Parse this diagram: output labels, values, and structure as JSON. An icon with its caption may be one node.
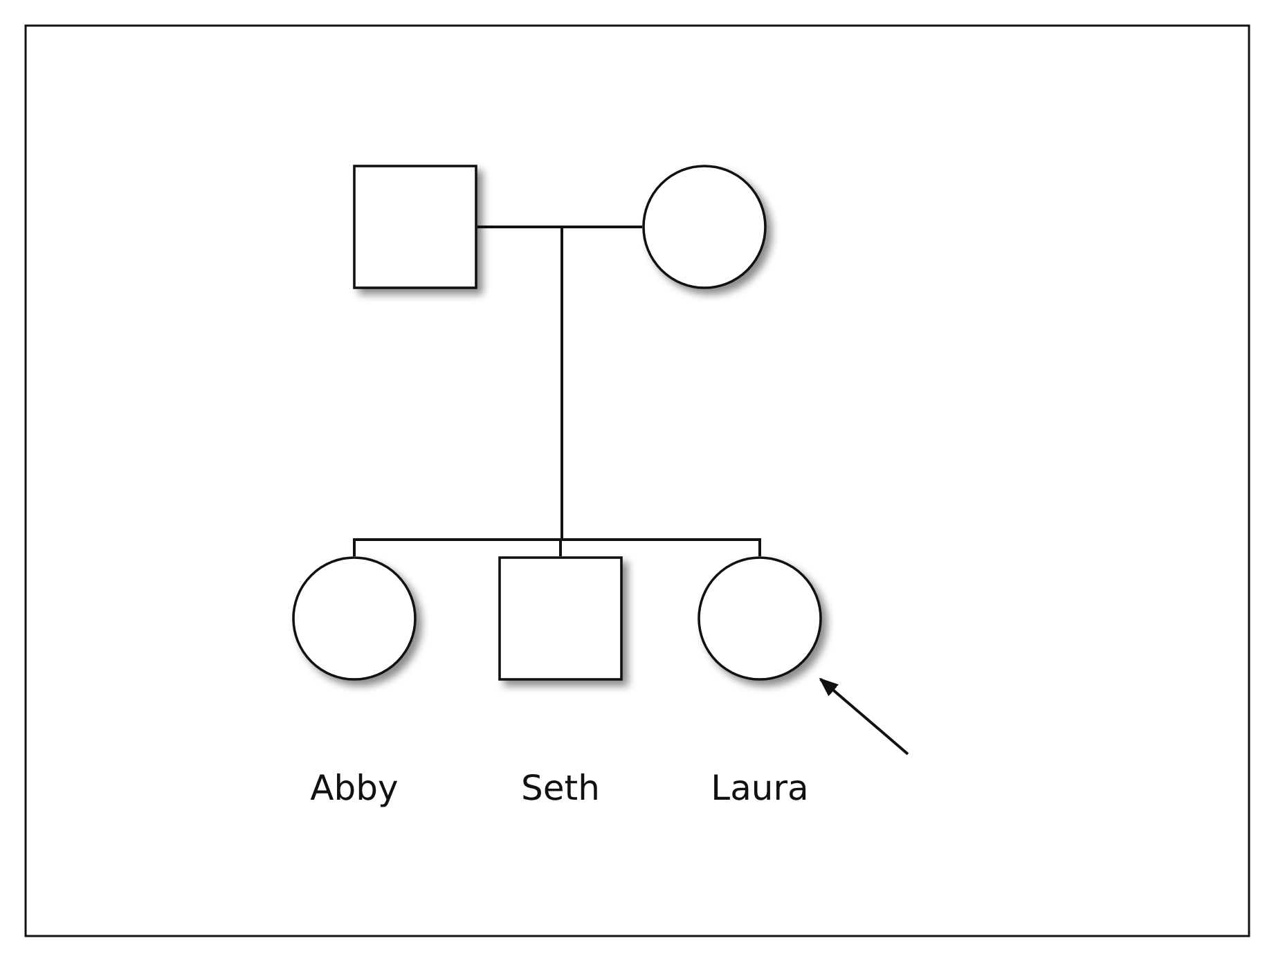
{
  "diagram": {
    "nodes": [
      {
        "text": [],
        "shape": "box"
      },
      {
        "text": [],
        "shape": "circle"
      },
      {
        "text": [],
        "shape": "circle",
        "beside": [
          "Abby"
        ]
      },
      {
        "text": [],
        "shape": "box",
        "beside": [
          "Seth"
        ]
      },
      {
        "text": [],
        "shape": "circle",
        "beside": [
          "Laura"
        ]
      }
    ],
    "edges": [
      {
        "from": 0,
        "to": 1,
        "arrow": "none"
      },
      {
        "from": 0,
        "to": 2,
        "arrow": "none"
      },
      {
        "from": 0,
        "to": 3,
        "arrow": "none"
      },
      {
        "from": 0,
        "to": 4,
        "arrow": "none"
      },
      {
        "from": 1,
        "to": 2,
        "arrow": "none"
      },
      {
        "from": 1,
        "to": 3,
        "arrow": "none"
      },
      {
        "from": 1,
        "to": 4,
        "arrow": "none"
      },
      {
        "from": null,
        "to": 4,
        "arrow": "to"
      }
    ]
  }
}
